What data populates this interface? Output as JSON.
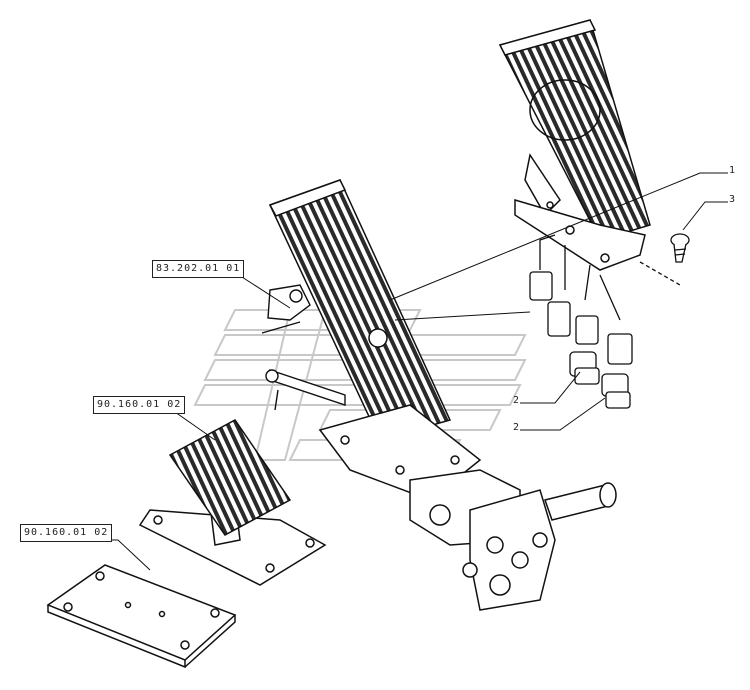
{
  "references": [
    {
      "id": "ref-83",
      "text": "83.202.01 01"
    },
    {
      "id": "ref-90a",
      "text": "90.160.01 02"
    },
    {
      "id": "ref-90b",
      "text": "90.160.01 02"
    }
  ],
  "callouts": [
    {
      "id": "c1",
      "text": "1"
    },
    {
      "id": "c3",
      "text": "3"
    },
    {
      "id": "c2a",
      "text": "2"
    },
    {
      "id": "c2b",
      "text": "2"
    }
  ]
}
